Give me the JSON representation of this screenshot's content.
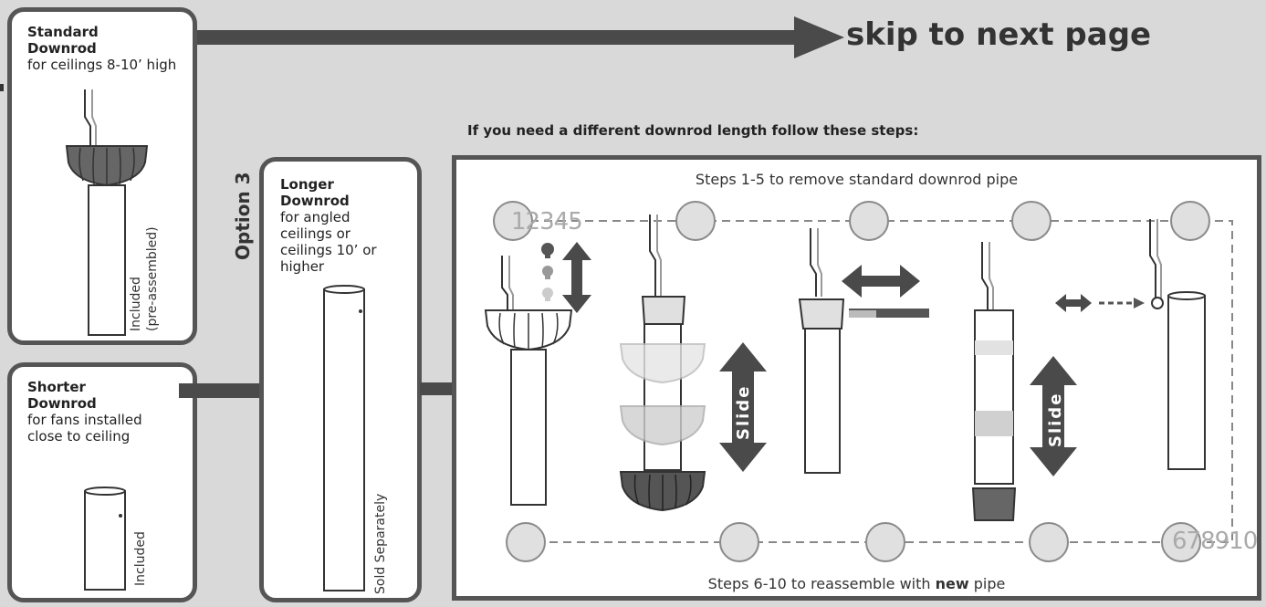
{
  "standard": {
    "title_line1": "Standard",
    "title_line2": "Downrod",
    "desc": "for ceilings 8-10’ high",
    "vlabel_line1": "Included",
    "vlabel_line2": "(pre-assembled)"
  },
  "shorter": {
    "title_line1": "Shorter",
    "title_line2": "Downrod",
    "desc_line1": "for fans installed",
    "desc_line2": "close to ceiling",
    "vlabel": "Included"
  },
  "option_label": "Option 3",
  "longer": {
    "title_line1": "Longer",
    "title_line2": "Downrod",
    "desc_line1": "for angled",
    "desc_line2": "ceilings or",
    "desc_line3": "ceilings 10’ or",
    "desc_line4": "higher",
    "vlabel": "Sold Separately"
  },
  "skip_text": "skip to next page",
  "instruction": "If you need a different downrod length follow these steps:",
  "steps_top": "Steps 1-5 to remove standard downrod pipe",
  "steps_bottom_pre": "Steps 6-10 to reassemble with ",
  "steps_bottom_bold": "new",
  "steps_bottom_post": " pipe",
  "seq_top": "12345",
  "seq_bottom": "678910",
  "slide_label": "Slide",
  "colors": {
    "background": "#d9d9d9",
    "border": "#555555",
    "arrow": "#4a4a4a",
    "canopy": "#666666"
  }
}
